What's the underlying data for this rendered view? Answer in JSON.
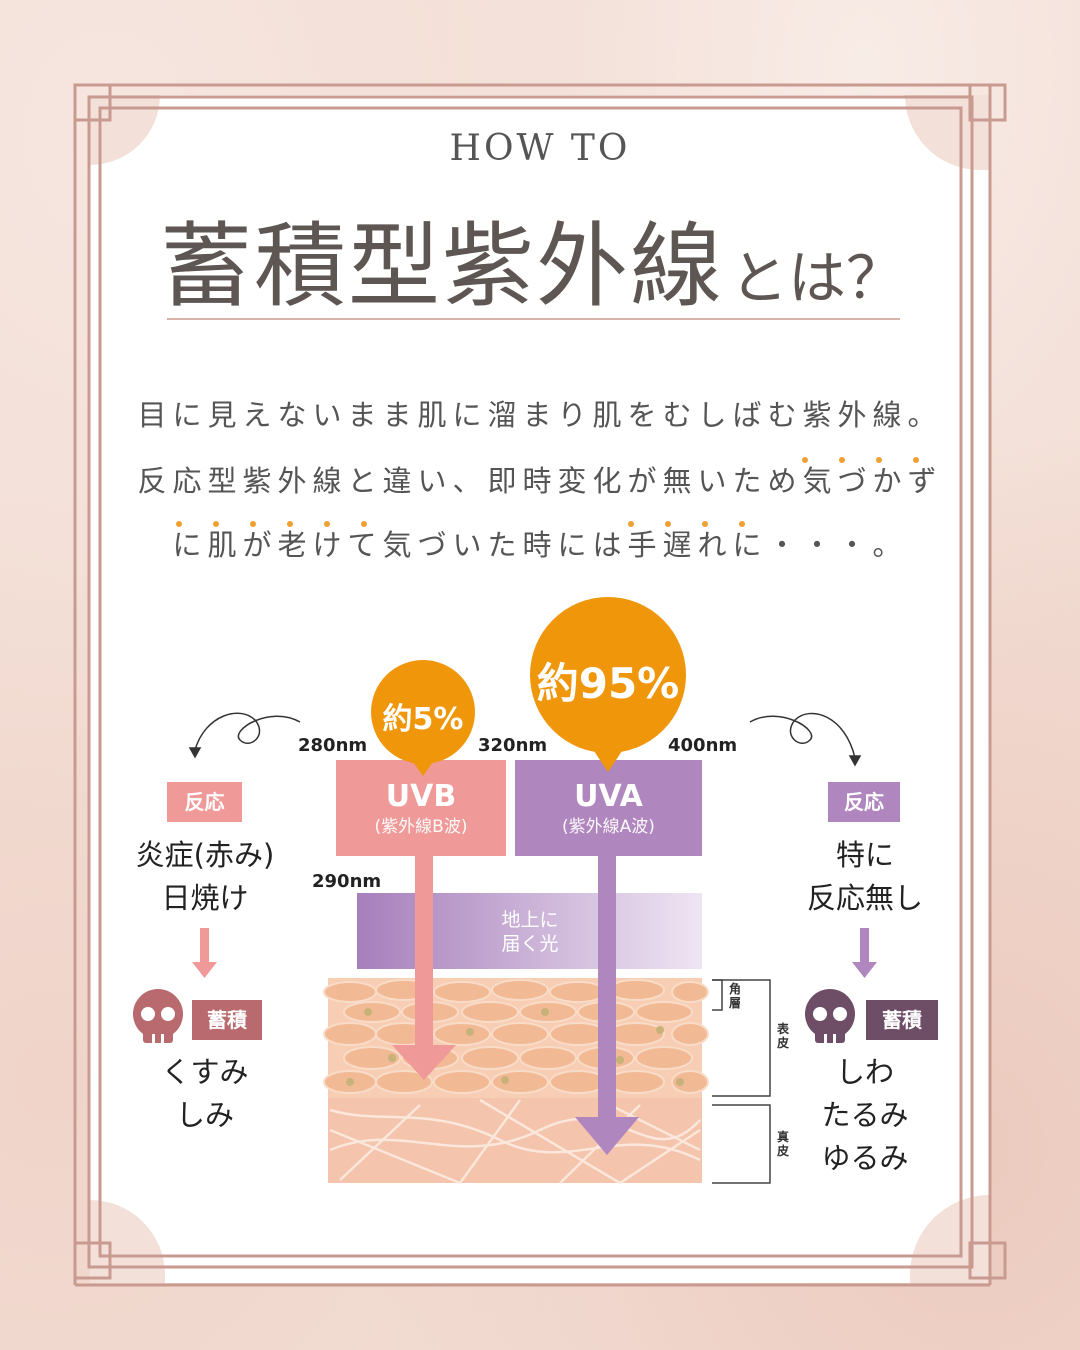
{
  "header": {
    "eyebrow": "HOW TO",
    "title_main": "蓄積型紫外線",
    "title_suffix": "とは？"
  },
  "description": {
    "lines": [
      "目に見えないまま肌に溜まり肌をむしばむ紫外線。",
      "反応型紫外線と違い、即時変化が無いため気づかず",
      "に肌が老けて気づいた時には手遅れに・・・。"
    ]
  },
  "diagram": {
    "uvb": {
      "share": "約5%",
      "label": "UVB",
      "sublabel": "(紫外線B波)",
      "range_start": "280nm",
      "range_mid": "290nm",
      "color": "#ef9a98"
    },
    "uva": {
      "share": "約95%",
      "label": "UVA",
      "sublabel": "(紫外線A波)",
      "range_start": "320nm",
      "range_end": "400nm",
      "color": "#b086bf"
    },
    "ground": {
      "line1": "地上に",
      "line2": "届く光"
    },
    "layers": {
      "stratum_corneum": "角層",
      "epidermis": "表皮",
      "dermis": "真皮"
    },
    "bubble_color": "#f0960a"
  },
  "left_panel": {
    "reaction_tag": "反応",
    "reaction_lines": [
      "炎症(赤み)",
      "日焼け"
    ],
    "accumulate_tag": "蓄積",
    "accumulate_lines": [
      "くすみ",
      "しみ"
    ],
    "tag_color": "#ef9a98",
    "accumulate_color": "#b86a6e"
  },
  "right_panel": {
    "reaction_tag": "反応",
    "reaction_lines": [
      "特に",
      "反応無し"
    ],
    "accumulate_tag": "蓄積",
    "accumulate_lines": [
      "しわ",
      "たるみ",
      "ゆるみ"
    ],
    "tag_color": "#b086bf",
    "accumulate_color": "#6e4e66"
  },
  "colors": {
    "frame": "#c99a90",
    "text": "#555555",
    "dot_accent": "#f0a030"
  }
}
